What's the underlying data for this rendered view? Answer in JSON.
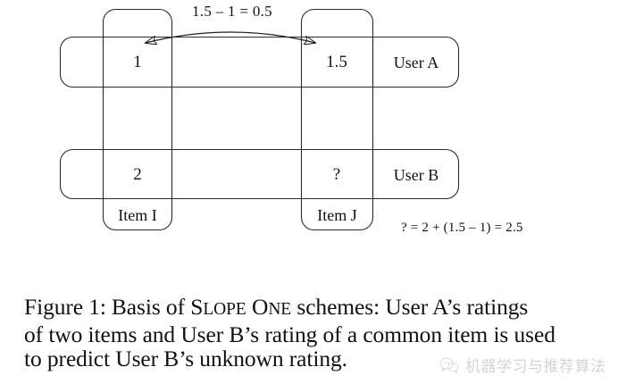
{
  "figure": {
    "arrow_label": "1.5 – 1 = 0.5",
    "equation_label": "? = 2 + (1.5 – 1) = 2.5",
    "columns": [
      {
        "id": "item-i",
        "label": "Item I"
      },
      {
        "id": "item-j",
        "label": "Item J"
      }
    ],
    "rows": [
      {
        "id": "user-a",
        "label": "User A",
        "cells": [
          {
            "column": "item-i",
            "value": "1"
          },
          {
            "column": "item-j",
            "value": "1.5"
          }
        ]
      },
      {
        "id": "user-b",
        "label": "User B",
        "cells": [
          {
            "column": "item-i",
            "value": "2"
          },
          {
            "column": "item-j",
            "value": "?"
          }
        ]
      }
    ],
    "arrow": {
      "name": "double-headed-curved-arrow",
      "from": "item-i-user-a-cell",
      "to": "item-j-user-a-cell"
    },
    "stroke_color": "#2b2b2b",
    "background_color": "#ffffff"
  },
  "caption": {
    "line1_prefix": "Figure 1:",
    "line1_a": "Basis of",
    "smallcaps_1_first": "S",
    "smallcaps_1_rest": "LOPE",
    "smallcaps_2_first": "O",
    "smallcaps_2_rest": "NE",
    "line1_b": "schemes: User A’s ratings",
    "line2": "of two items and User B’s rating of a common item is used",
    "line3": "to predict User B’s unknown rating."
  },
  "watermark": {
    "text": "机器学习与推荐算法",
    "logo_icon": "wechat-logo-icon"
  }
}
